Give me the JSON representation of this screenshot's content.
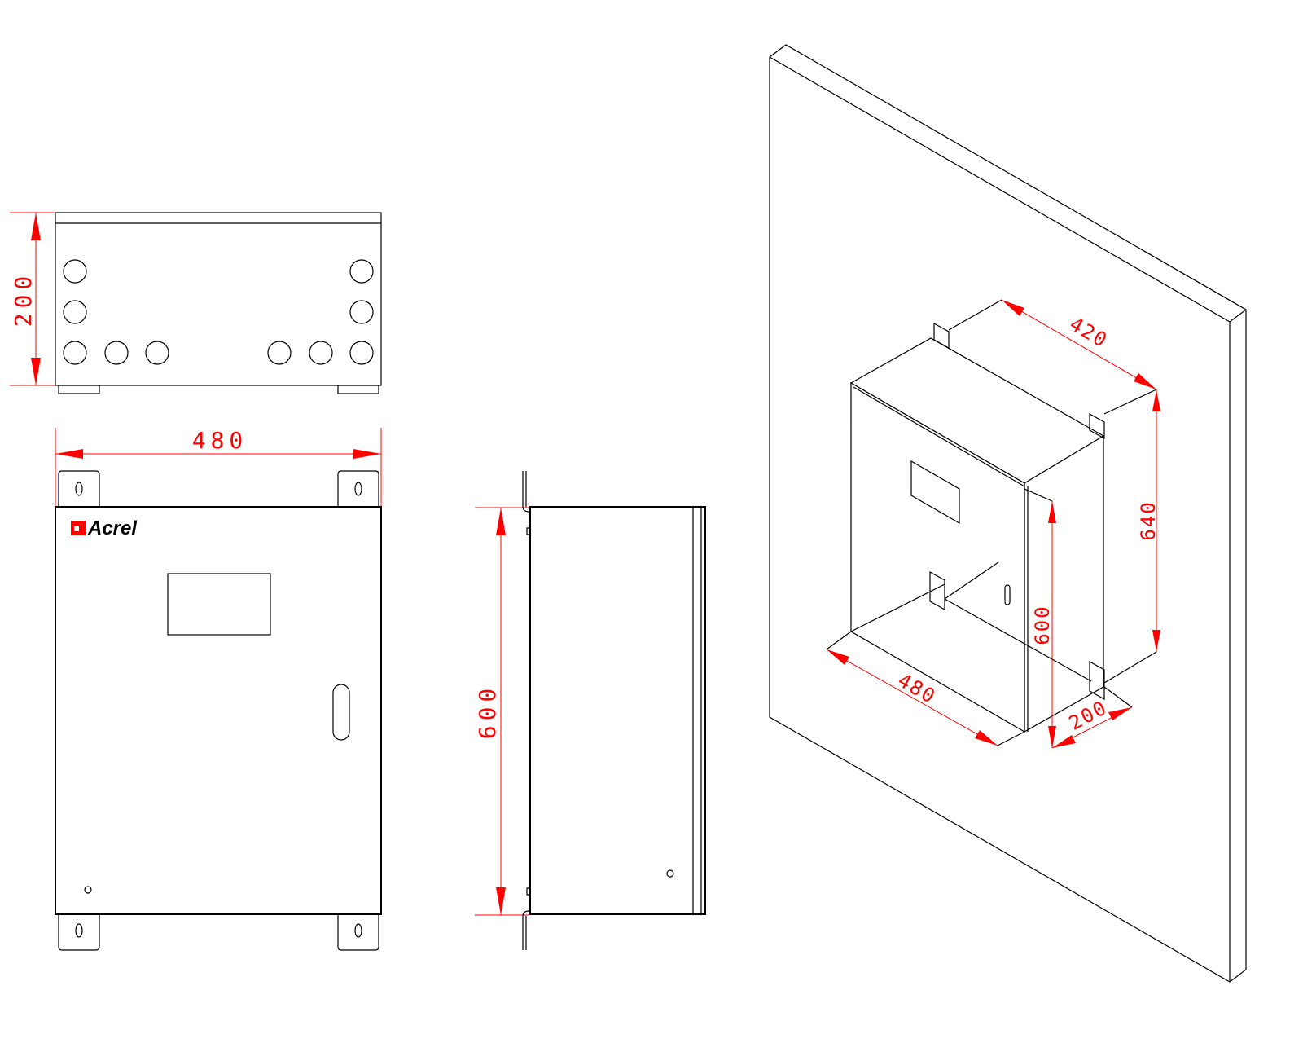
{
  "brand": {
    "logo_text": "Acrel",
    "logo_color": "#ff0000"
  },
  "dimension_color": "#ff0000",
  "views": {
    "top_view": {
      "depth_label": "200"
    },
    "front_view": {
      "width_label": "480"
    },
    "side_view": {
      "height_label": "600"
    },
    "isometric_view": {
      "mount_width_label": "420",
      "mount_height_label": "640",
      "height_label": "600",
      "width_label": "480",
      "depth_label": "200"
    }
  }
}
